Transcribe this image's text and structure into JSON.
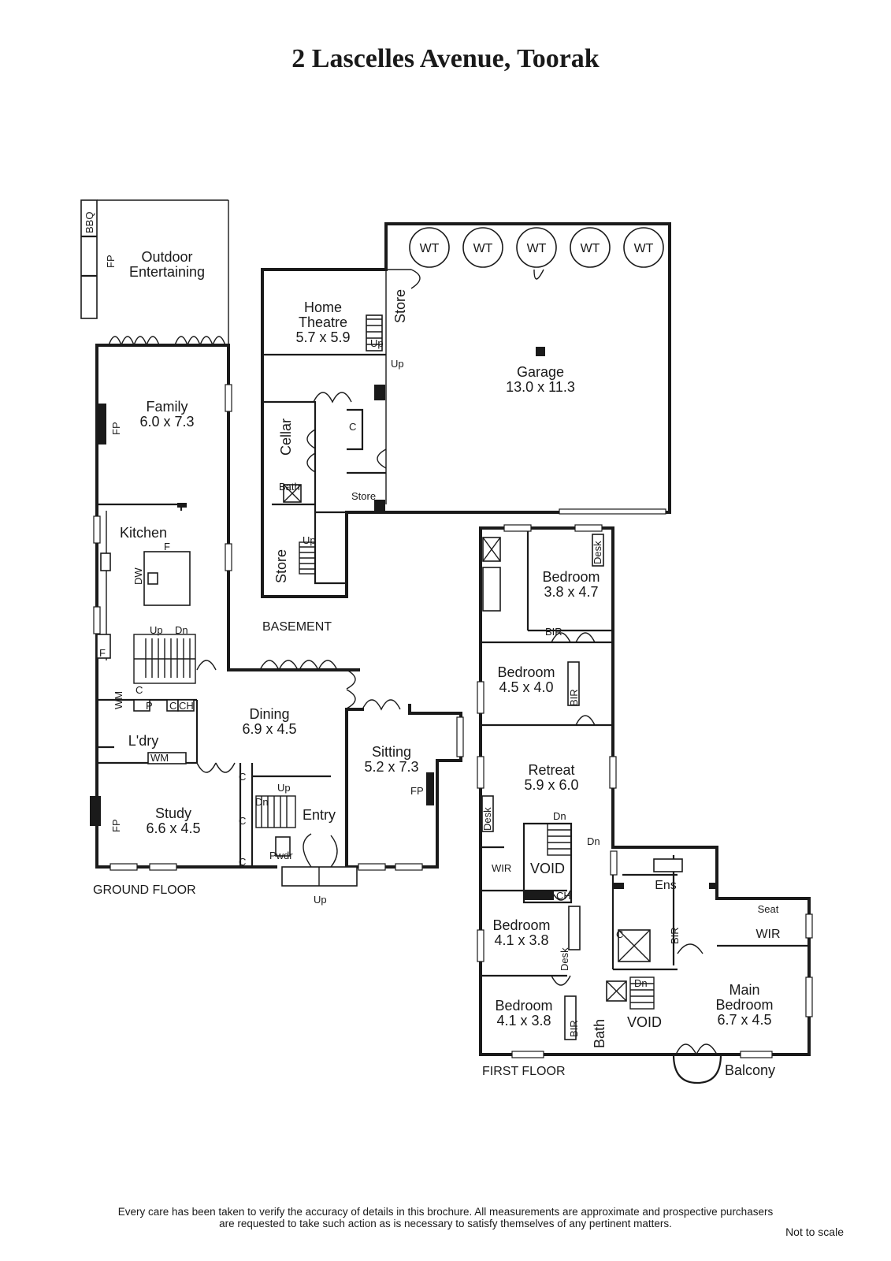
{
  "title": "2 Lascelles Avenue, Toorak",
  "floors": {
    "ground": "GROUND FLOOR",
    "basement": "BASEMENT",
    "first": "FIRST FLOOR"
  },
  "rooms": {
    "outdoor_1": "Outdoor",
    "outdoor_2": "Entertaining",
    "family": "Family",
    "family_dim": "6.0 x 7.3",
    "kitchen": "Kitchen",
    "dining": "Dining",
    "dining_dim": "6.9 x 4.5",
    "sitting": "Sitting",
    "sitting_dim": "5.2 x 7.3",
    "study": "Study",
    "study_dim": "6.6 x 4.5",
    "entry": "Entry",
    "laundry": "L'dry",
    "pwdr": "Pwdr",
    "home_theatre_1": "Home",
    "home_theatre_2": "Theatre",
    "home_theatre_dim": "5.7 x 5.9",
    "garage": "Garage",
    "garage_dim": "13.0 x 11.3",
    "cellar": "Cellar",
    "bath": "Bath",
    "store": "Store",
    "bed1": "Bedroom",
    "bed1_dim": "3.8 x 4.7",
    "bed2": "Bedroom",
    "bed2_dim": "4.5 x 4.0",
    "retreat": "Retreat",
    "retreat_dim": "5.9 x 6.0",
    "bed3": "Bedroom",
    "bed3_dim": "4.1 x 3.8",
    "bed4": "Bedroom",
    "bed4_dim": "4.1 x 3.8",
    "main_bed_1": "Main",
    "main_bed_2": "Bedroom",
    "main_bed_dim": "6.7 x 4.5",
    "ens": "Ens",
    "wir": "WIR",
    "void": "VOID",
    "balcony": "Balcony",
    "bir": "BIR",
    "seat": "Seat",
    "desk": "Desk"
  },
  "symbols": {
    "wt": "WT",
    "bbq": "BBQ",
    "fp": "FP",
    "up": "Up",
    "dn": "Dn",
    "c": "C",
    "p": "P",
    "ch": "CH",
    "wm": "WM",
    "dw": "DW",
    "f": "F"
  },
  "disclaimer_1": "Every care has been taken to verify the accuracy of details in this brochure.  All measurements are approximate and prospective purchasers",
  "disclaimer_2": "are requested to take such action as is necessary to satisfy themselves of any pertinent matters.",
  "not_to_scale": "Not to scale"
}
